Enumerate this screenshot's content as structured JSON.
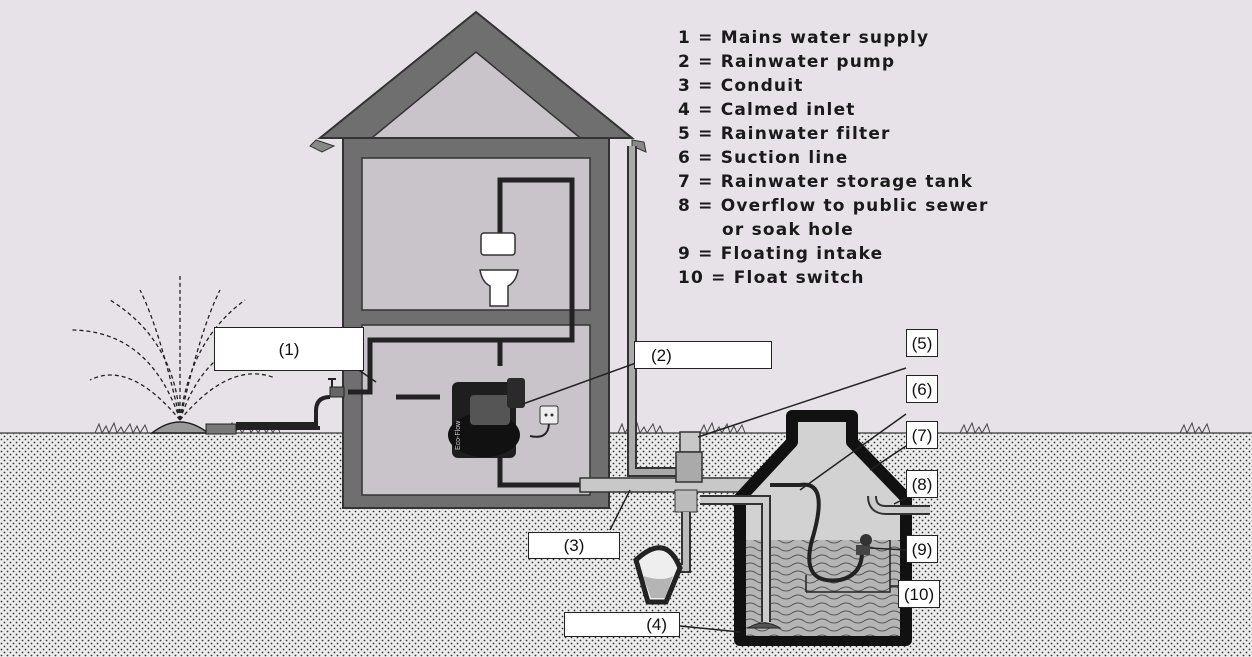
{
  "legend": {
    "items": [
      "1 = Mains water supply",
      "2 = Rainwater pump",
      "3 = Conduit",
      "4 = Calmed inlet",
      "5 = Rainwater filter",
      "6 = Suction line",
      "7 = Rainwater storage tank",
      "8 = Overflow to public sewer",
      "or soak hole",
      "9 = Floating intake",
      "10 = Float switch"
    ]
  },
  "callouts": {
    "c1": "(1)",
    "c2": "(2)",
    "c3": "(3)",
    "c4": "(4)",
    "c5": "(5)",
    "c6": "(6)",
    "c7": "(7)",
    "c8": "(8)",
    "c9": "(9)",
    "c10": "(10)"
  },
  "pump_brand": "Eco-Flow",
  "colors": {
    "sky": "#e7e2e8",
    "wall": "#6f6f6f",
    "room": "#c9c4ca",
    "ground": "#e9e9e9",
    "pipe": "#222222",
    "water": "#b5b5b5"
  }
}
